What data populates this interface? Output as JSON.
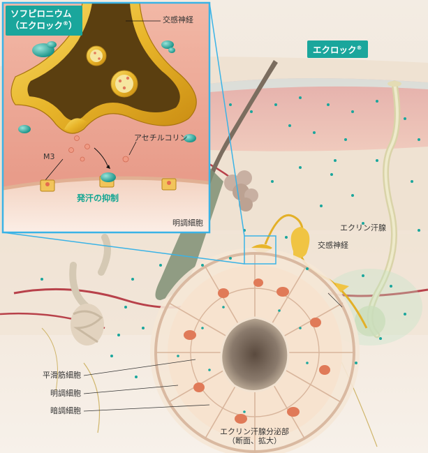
{
  "drug_box": {
    "line1": "ソフピロニウム",
    "line2": "（エクロック",
    "reg": "®",
    "close": "）"
  },
  "badge": {
    "text": "エクロック",
    "reg": "®"
  },
  "inset": {
    "sympathetic_nerve": "交感神経",
    "acetylcholine": "アセチルコリン",
    "m3": "M3",
    "inhibition": "発汗の抑制",
    "clear_cell": "明調細胞"
  },
  "main": {
    "eccrine_gland": "エクリン汗腺",
    "sympathetic_nerve": "交感神経",
    "smooth_muscle": "平滑筋細胞",
    "clear_cell": "明調細胞",
    "dark_cell": "暗調細胞",
    "secretory_line1": "エクリン汗腺分泌部",
    "secretory_line2": "（断面、拡大）"
  },
  "colors": {
    "accent": "#1aa69c",
    "skin_pink": "#e9b6ae",
    "nerve_yellow": "#e8b52a",
    "cell_cream": "#f6dfc6",
    "nucleus": "#e07a58"
  }
}
